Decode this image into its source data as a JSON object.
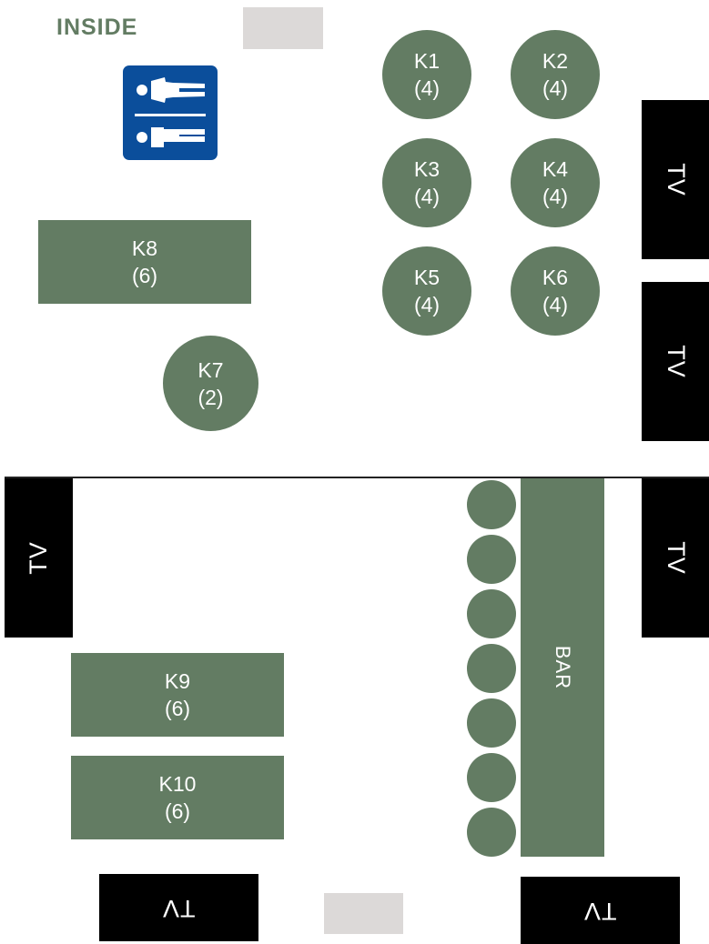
{
  "title": "INSIDE",
  "colors": {
    "table": "#637c63",
    "tv": "#000000",
    "placeholder": "#dcd9d8",
    "restroom": "#0b4e9b",
    "title": "#637c63"
  },
  "restroom": {
    "icon": "restroom-icon"
  },
  "tables": [
    {
      "id": "K1",
      "seats": "(4)",
      "shape": "round"
    },
    {
      "id": "K2",
      "seats": "(4)",
      "shape": "round"
    },
    {
      "id": "K3",
      "seats": "(4)",
      "shape": "round"
    },
    {
      "id": "K4",
      "seats": "(4)",
      "shape": "round"
    },
    {
      "id": "K5",
      "seats": "(4)",
      "shape": "round"
    },
    {
      "id": "K6",
      "seats": "(4)",
      "shape": "round"
    },
    {
      "id": "K7",
      "seats": "(2)",
      "shape": "round"
    },
    {
      "id": "K8",
      "seats": "(6)",
      "shape": "rect"
    },
    {
      "id": "K9",
      "seats": "(6)",
      "shape": "rect"
    },
    {
      "id": "K10",
      "seats": "(6)",
      "shape": "rect"
    }
  ],
  "tvs": [
    {
      "label": "TV"
    },
    {
      "label": "TV"
    },
    {
      "label": "TV"
    },
    {
      "label": "TV"
    },
    {
      "label": "TV"
    },
    {
      "label": "TV"
    }
  ],
  "bar": {
    "label": "BAR",
    "stool_count": 7
  }
}
